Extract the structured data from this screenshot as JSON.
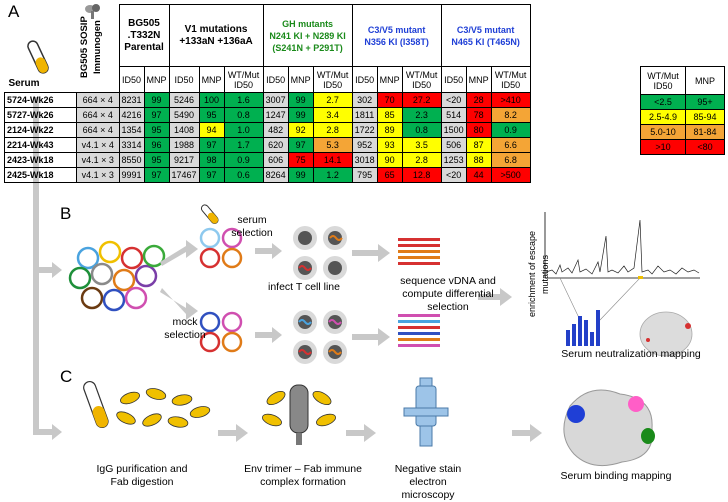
{
  "panels": {
    "a": "A",
    "b": "B",
    "c": "C"
  },
  "serum_label": "Serum",
  "immunogen_header": "BG505 SOSIP Immunogen",
  "groups": [
    {
      "title1": "BG505",
      "title2": ".T332N",
      "title3": "Parental",
      "color": "#000000"
    },
    {
      "title1": "V1 mutations",
      "title2": "+133aN +136aA",
      "title3": "",
      "color": "#000000"
    },
    {
      "title1": "GH mutants",
      "title2": "N241 KI + N289 KI",
      "title3": "(S241N + P291T)",
      "color": "#1a8a1a"
    },
    {
      "title1": "C3/V5 mutant",
      "title2": "N356 KI (I358T)",
      "title3": "",
      "color": "#1f3fd6"
    },
    {
      "title1": "C3/V5 mutant",
      "title2": "N465 KI (T465N)",
      "title3": "",
      "color": "#1f3fd6"
    }
  ],
  "col_labels": {
    "id50": "ID50",
    "mnp": "MNP",
    "wtmut": "WT/Mut ID50"
  },
  "rows": [
    {
      "serum": "5724-Wk26",
      "imm": "664 × 4",
      "p": [
        "8231",
        "99"
      ],
      "v1": [
        "5246",
        "100",
        "1.6"
      ],
      "gh": [
        "3007",
        "99",
        "2.7"
      ],
      "c356": [
        "302",
        "70",
        "27.2"
      ],
      "c465": [
        "<20",
        "28",
        ">410"
      ]
    },
    {
      "serum": "5727-Wk26",
      "imm": "664 × 4",
      "p": [
        "4216",
        "97"
      ],
      "v1": [
        "5490",
        "95",
        "0.8"
      ],
      "gh": [
        "1247",
        "99",
        "3.4"
      ],
      "c356": [
        "1811",
        "85",
        "2.3"
      ],
      "c465": [
        "514",
        "78",
        "8.2"
      ]
    },
    {
      "serum": "2124-Wk22",
      "imm": "664 × 4",
      "p": [
        "1354",
        "95"
      ],
      "v1": [
        "1408",
        "94",
        "1.0"
      ],
      "gh": [
        "482",
        "92",
        "2.8"
      ],
      "c356": [
        "1722",
        "89",
        "0.8"
      ],
      "c465": [
        "1500",
        "80",
        "0.9"
      ]
    },
    {
      "serum": "2214-Wk43",
      "imm": "v4.1 × 4",
      "p": [
        "3314",
        "96"
      ],
      "v1": [
        "1988",
        "97",
        "1.7"
      ],
      "gh": [
        "620",
        "97",
        "5.3"
      ],
      "c356": [
        "952",
        "93",
        "3.5"
      ],
      "c465": [
        "506",
        "87",
        "6.6"
      ]
    },
    {
      "serum": "2423-Wk18",
      "imm": "v4.1 × 3",
      "p": [
        "8550",
        "95"
      ],
      "v1": [
        "9217",
        "98",
        "0.9"
      ],
      "gh": [
        "606",
        "75",
        "14.1"
      ],
      "c356": [
        "3018",
        "90",
        "2.8"
      ],
      "c465": [
        "1253",
        "88",
        "6.8"
      ]
    },
    {
      "serum": "2425-Wk18",
      "imm": "v4.1 × 3",
      "p": [
        "9991",
        "97"
      ],
      "v1": [
        "17467",
        "97",
        "0.6"
      ],
      "gh": [
        "8264",
        "99",
        "1.2"
      ],
      "c356": [
        "795",
        "65",
        "12.8"
      ],
      "c465": [
        "<20",
        "44",
        ">500"
      ]
    }
  ],
  "legend": {
    "h1": "WT/Mut ID50",
    "h2": "MNP",
    "rows": [
      [
        "<2.5",
        "95+"
      ],
      [
        "2.5-4.9",
        "85-94"
      ],
      [
        "5.0-10",
        "81-84"
      ],
      [
        ">10",
        "<80"
      ]
    ]
  },
  "b_labels": {
    "serum_selection": "serum selection",
    "mock_selection": "mock selection",
    "infect": "infect T cell line",
    "sequence": "sequence vDNA and compute differential selection",
    "ylabel": "enrichment of escape mutations",
    "caption": "Serum neutralization mapping"
  },
  "c_labels": {
    "step1": "IgG purification and Fab digestion",
    "step2": "Env trimer – Fab immune complex formation",
    "step3": "Negative stain electron microscopy",
    "step4": "Serum binding mapping"
  },
  "colors": {
    "green": "#00b050",
    "yellow": "#ffff00",
    "orange": "#f4a536",
    "red": "#ff0000"
  }
}
